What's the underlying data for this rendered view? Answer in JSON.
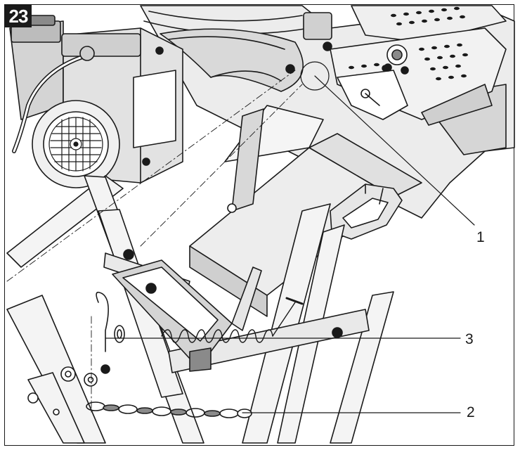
{
  "figure": {
    "number": "23"
  },
  "callouts": [
    {
      "id": "1",
      "label": "1"
    },
    {
      "id": "3",
      "label": "3"
    },
    {
      "id": "2",
      "label": "2"
    }
  ],
  "colors": {
    "ink": "#1a1a1a",
    "fill_light": "#e6e6e6",
    "fill_mid": "#bcbcbc",
    "fill_dark": "#8a8a8a",
    "paper": "#ffffff"
  }
}
